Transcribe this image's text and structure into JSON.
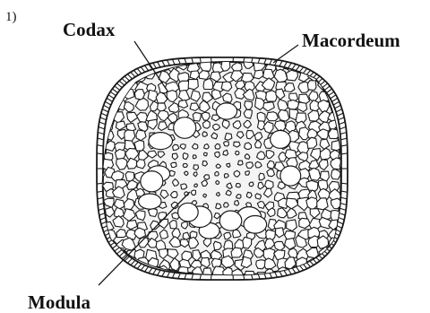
{
  "question_number": "1)",
  "labels": {
    "codax": "Codax",
    "macordeum": "Macordeum",
    "modula": "Modula"
  },
  "colors": {
    "ink": "#1a1a1a",
    "cell_fill": "#ffffff",
    "background": "#ffffff"
  }
}
